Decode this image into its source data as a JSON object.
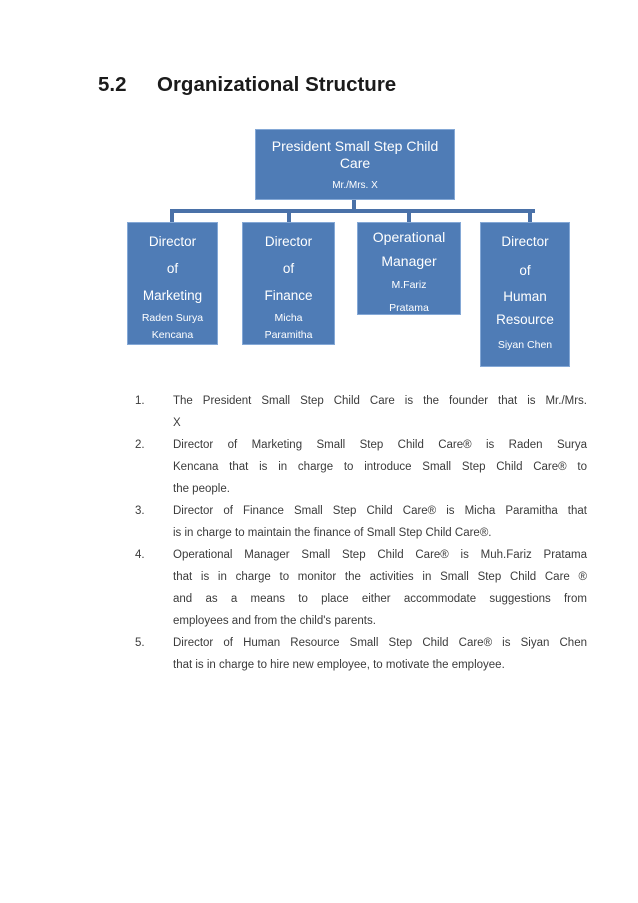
{
  "heading": {
    "number": "5.2",
    "title": "Organizational Structure"
  },
  "org_chart": {
    "president": {
      "title": "President Small Step Child Care",
      "name": "Mr./Mrs. X"
    },
    "boxes": [
      {
        "role": "marketing",
        "title_lines": [
          "Director",
          "of",
          "Marketing"
        ],
        "name_lines": [
          "Raden Surya",
          "Kencana"
        ]
      },
      {
        "role": "finance",
        "title_lines": [
          "Director",
          "of",
          "Finance"
        ],
        "name_lines": [
          "Micha",
          "Paramitha"
        ]
      },
      {
        "role": "operational",
        "title_lines": [
          "Operational",
          "Manager"
        ],
        "name_lines": [
          "M.Fariz",
          "Pratama"
        ]
      },
      {
        "role": "hr",
        "title_lines": [
          "Director",
          "of",
          "Human",
          "Resource"
        ],
        "name_lines": [
          "Siyan Chen"
        ]
      }
    ],
    "colors": {
      "box_fill": "#4f7cb6",
      "box_border": "#84a8d6",
      "connector": "#4a71a8",
      "box_text": "#ffffff"
    }
  },
  "list": {
    "items": [
      {
        "number": "1.",
        "lines": [
          "The President Small Step Child Care is the founder that is Mr./Mrs.",
          "X"
        ]
      },
      {
        "number": "2.",
        "lines": [
          "Director of Marketing Small Step Child Care® is Raden Surya",
          "Kencana that is in charge to introduce Small Step Child Care® to",
          "the people."
        ]
      },
      {
        "number": "3.",
        "lines": [
          "Director of Finance Small Step Child Care® is Micha Paramitha that",
          "is in charge to maintain the finance of Small Step Child Care®."
        ]
      },
      {
        "number": "4.",
        "lines": [
          "Operational Manager Small Step Child Care® is Muh.Fariz Pratama",
          "that is in charge to monitor the activities in Small Step Child Care ®",
          "and as a means to place either accommodate suggestions from",
          "employees and from the child's parents."
        ]
      },
      {
        "number": "5.",
        "lines": [
          "Director of Human Resource Small Step Child Care® is Siyan Chen",
          "that is in charge to hire new employee, to motivate the employee."
        ]
      }
    ]
  }
}
